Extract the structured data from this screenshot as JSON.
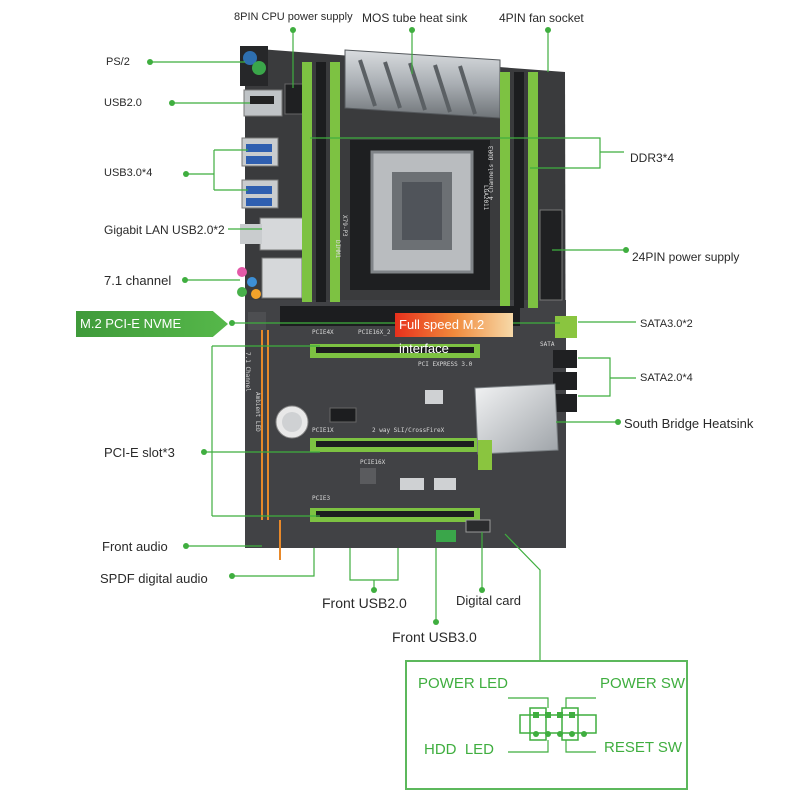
{
  "labels": {
    "cpu_power": "8PIN CPU power supply",
    "mos_heatsink": "MOS tube heat sink",
    "fan_socket": "4PIN fan socket",
    "ps2": "PS/2",
    "usb20": "USB2.0",
    "usb30": "USB3.0*4",
    "lan": "Gigabit LAN USB2.0*2",
    "channel71": "7.1 channel",
    "m2_nvme": "M.2 PCI-E NVME",
    "m2_full_speed": "Full speed M.2 interface",
    "ddr3": "DDR3*4",
    "power24": "24PIN power supply",
    "sata3": "SATA3.0*2",
    "sata2": "SATA2.0*4",
    "south_bridge": "South Bridge Heatsink",
    "pcie_slot": "PCI-E slot*3",
    "front_audio": "Front audio",
    "spdf": "SPDF digital audio",
    "front_usb2": "Front USB2.0",
    "digital_card": "Digital card",
    "front_usb3": "Front USB3.0"
  },
  "board_text": {
    "model": "X79-P3",
    "socket": "LGA2011",
    "memory": "4 Channels DDR3",
    "dimm": "DIMM1",
    "pcie4x": "PCIE4X",
    "pcie16x_2": "PCIE16X_2",
    "pcie16x": "PCIE16X",
    "pcie1x": "PCIE1X",
    "pcie3": "PCIE3",
    "express": "PCI EXPRESS 3.0",
    "sli": "2 way SLI/CrossFireX",
    "ch71": "7.1 Channel",
    "ambient": "Ambient LED",
    "sata": "SATA"
  },
  "front_panel": {
    "power_led": "POWER LED",
    "power_sw": "POWER SW",
    "hdd_led": "HDD  LED",
    "reset_sw": "RESET SW"
  },
  "colors": {
    "accent_green": "#5cb85c",
    "board": "#3a3b3d",
    "slot_green": "#7dc242"
  }
}
